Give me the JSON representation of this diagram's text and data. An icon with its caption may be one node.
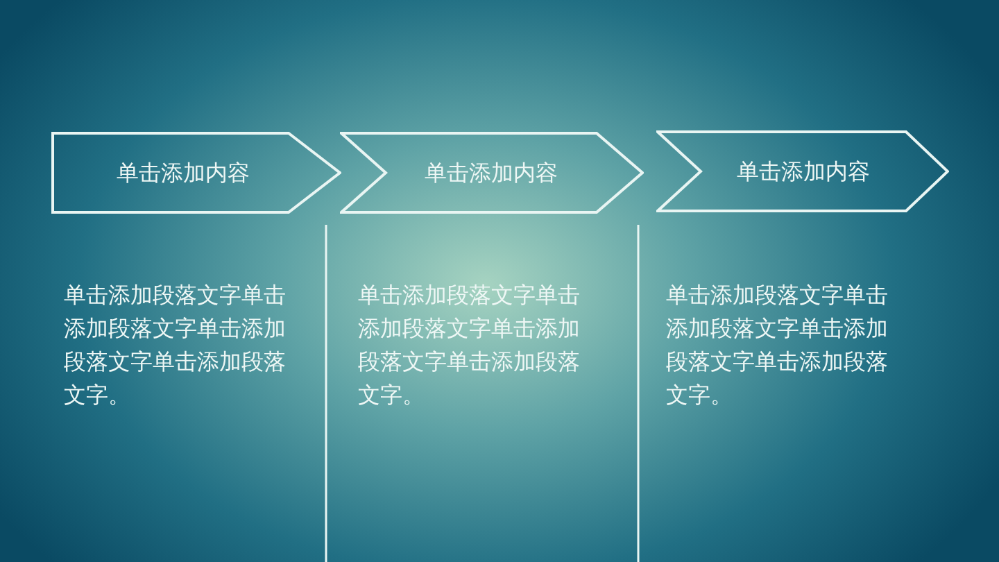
{
  "diagram": {
    "nodes": [
      {
        "text": [
          "单击添加内容"
        ],
        "beside": [
          "单击添加段落文字单击添加段落文字单击添加段落文字单击添加段落文字。"
        ]
      },
      {
        "text": [
          "单击添加内容"
        ],
        "beside": [
          "单击添加段落文字单击添加段落文字单击添加段落文字单击添加段落文字。"
        ]
      },
      {
        "text": [
          "单击添加内容"
        ],
        "beside": [
          "单击添加段落文字单击添加段落文字单击添加段落文字单击添加段落文字。"
        ]
      }
    ]
  }
}
